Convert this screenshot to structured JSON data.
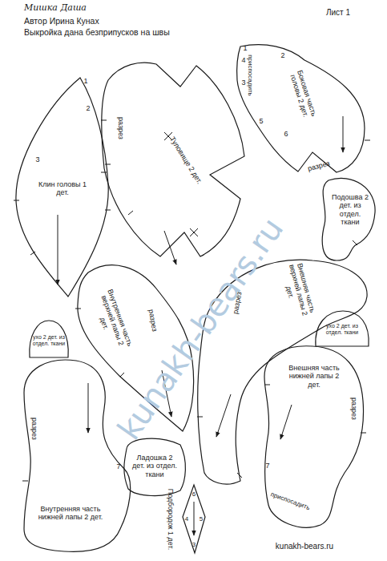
{
  "diagram": {
    "title": "Мишка Даша",
    "nodes": [
      {
        "text": [
          "Клин головы 1 дет."
        ]
      },
      {
        "text": [
          "Туловище 2 дет."
        ]
      },
      {
        "text": [
          "Боковая часть головы 2 дет."
        ]
      },
      {
        "text": [
          "Подошва 2 дет. из отдел. ткани"
        ]
      },
      {
        "text": [
          "Внутренняя часть верхней лапы 2 дет."
        ]
      },
      {
        "text": [
          "Внешняя часть верхней лапы 2 дет."
        ]
      },
      {
        "text": [
          "ухо 2 дет. из отдел. ткани"
        ]
      },
      {
        "text": [
          "ухо 2 дет. из отдел. ткани"
        ]
      },
      {
        "text": [
          "Внешняя часть нижней лапы 2 дет."
        ]
      },
      {
        "text": [
          "Внутренняя часть нижней лапы 2 дет."
        ]
      },
      {
        "text": [
          "Ладошка 2 дет. из отдел. ткани"
        ]
      },
      {
        "text": [
          "Подбородок 1 дет."
        ]
      }
    ],
    "labels": [
      "Автор Ирина Кунах",
      "Выкройка дана безприпусков на швы",
      "Лист 1",
      "1",
      "2",
      "3",
      "разрез",
      "1",
      "2",
      "4",
      "3",
      "приспосадить",
      "5",
      "6",
      "разрез",
      "разрез",
      "разрез",
      "разрез",
      "7",
      "приспосадить",
      "разрез",
      "7",
      "6",
      "4",
      "5",
      "3",
      "kunakh-bears.ru",
      "kunakh-bears.ru"
    ]
  }
}
